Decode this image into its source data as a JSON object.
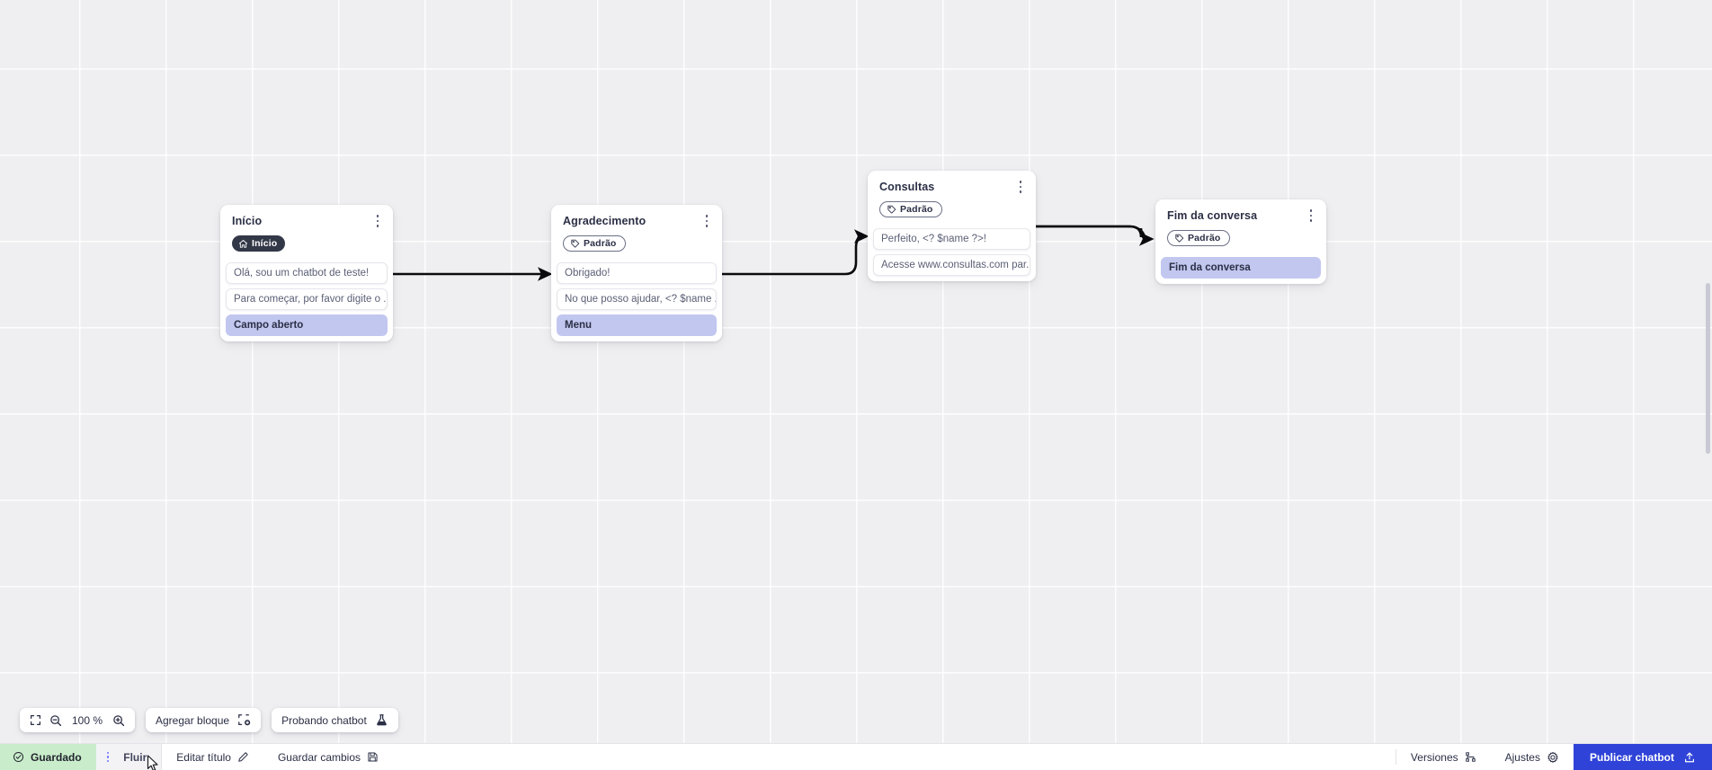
{
  "canvas": {
    "zoom_level": "100 %",
    "nodes": [
      {
        "id": "inicio",
        "title": "Início",
        "badge": {
          "label": "Início",
          "style": "dark",
          "icon": "home-icon"
        },
        "rows": [
          {
            "text": "Olá, sou um chatbot de teste!",
            "accent": false
          },
          {
            "text": "Para começar, por favor digite o ...",
            "accent": false
          },
          {
            "text": "Campo aberto",
            "accent": true
          }
        ]
      },
      {
        "id": "agradecimento",
        "title": "Agradecimento",
        "badge": {
          "label": "Padrão",
          "style": "outline",
          "icon": "tag-icon"
        },
        "rows": [
          {
            "text": "Obrigado!",
            "accent": false
          },
          {
            "text": "No que posso ajudar, <? $name ...",
            "accent": false
          },
          {
            "text": "Menu",
            "accent": true
          }
        ]
      },
      {
        "id": "consultas",
        "title": "Consultas",
        "badge": {
          "label": "Padrão",
          "style": "outline",
          "icon": "tag-icon"
        },
        "rows": [
          {
            "text": "Perfeito, <? $name ?>!",
            "accent": false
          },
          {
            "text": "Acesse www.consultas.com par...",
            "accent": false
          }
        ]
      },
      {
        "id": "fim-da-conversa",
        "title": "Fim da conversa",
        "badge": {
          "label": "Padrão",
          "style": "outline",
          "icon": "tag-icon"
        },
        "rows": [
          {
            "text": "Fim da conversa",
            "accent": true
          }
        ]
      }
    ]
  },
  "toolbar": {
    "fit_icon": "fit-screen-icon",
    "zoom_out_icon": "zoom-out-icon",
    "zoom_in_icon": "zoom-in-icon",
    "zoom_value": "100 %",
    "add_block_label": "Agregar bloque",
    "add_block_icon": "add-block-icon",
    "test_chatbot_label": "Probando chatbot",
    "test_chatbot_icon": "flask-icon"
  },
  "statusbar": {
    "saved_label": "Guardado",
    "saved_icon": "check-circle-icon",
    "saved_bg": "#c9edcb",
    "tab_label": "Fluir",
    "tab_menu_icon": "kebab-icon",
    "edit_title_label": "Editar título",
    "edit_title_icon": "pencil-icon",
    "save_changes_label": "Guardar cambios",
    "save_changes_icon": "save-disk-icon",
    "versions_label": "Versiones",
    "versions_icon": "branch-icon",
    "settings_label": "Ajustes",
    "settings_icon": "gear-icon",
    "publish_label": "Publicar chatbot",
    "publish_icon": "upload-icon",
    "publish_bg": "#2f43d8"
  }
}
